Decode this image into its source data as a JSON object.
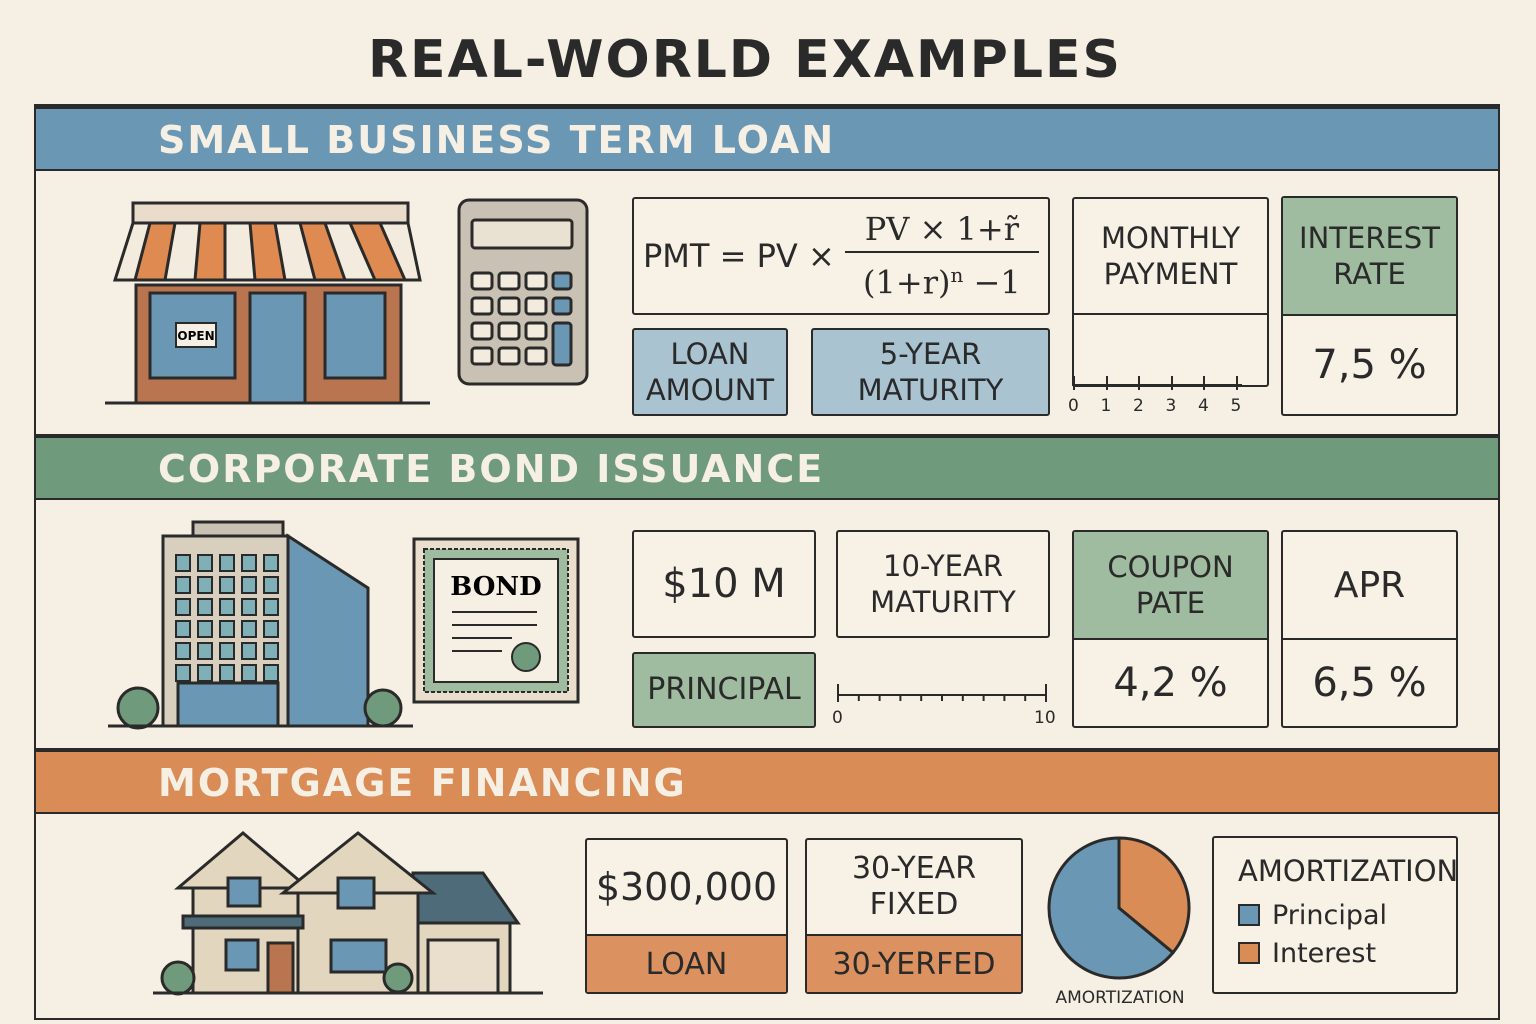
{
  "title": "REAL-WORLD EXAMPLES",
  "colors": {
    "blue": "#6a97b3",
    "green": "#6f9a7b",
    "orange": "#d98c56",
    "light_blue": "#a9c3d1",
    "light_green": "#9fbba0",
    "background": "#f5efe4"
  },
  "sections": {
    "loan": {
      "header": "SMALL BUSINESS TERM LOAN",
      "open_sign": "OPEN",
      "formula": {
        "lhs": "PMT = PV ×",
        "numerator": "PV × 1+r̃",
        "denominator_base": "(1+r)",
        "exponent": "n",
        "denominator_tail": "−1"
      },
      "loan_amount": [
        "LOAN",
        "AMOUNT"
      ],
      "maturity": [
        "5-YEAR",
        "MATURITY"
      ],
      "monthly_payment": [
        "MONTHLY",
        "PAYMENT"
      ],
      "axis_ticks": [
        "0",
        "1",
        "2",
        "3",
        "4",
        "5"
      ],
      "interest_rate": {
        "label": [
          "INTEREST",
          "RATE"
        ],
        "value": "7,5 %"
      }
    },
    "bond": {
      "header": "CORPORATE BOND ISSUANCE",
      "certificate": "BOND",
      "amount": "$10 M",
      "principal": "PRINCIPAL",
      "maturity": [
        "10-YEAR",
        "MATURITY"
      ],
      "axis_ticks": [
        "0",
        "10"
      ],
      "coupon": {
        "label": [
          "COUPON",
          "PATE"
        ],
        "value": "4,2 %"
      },
      "apr": {
        "label": "APR",
        "value": "6,5 %"
      }
    },
    "mortgage": {
      "header": "MORTGAGE FINANCING",
      "loan_value": "$300,000",
      "loan_label": "LOAN",
      "fixed": [
        "30-YEAR",
        "FIXED"
      ],
      "fixed_label": "30-YERFED",
      "pie_label": "AMORTIZATION",
      "legend": {
        "title": "AMORTIZATION",
        "items": [
          {
            "label": "Principal",
            "color": "#6a97b3"
          },
          {
            "label": "Interest",
            "color": "#d98c56"
          }
        ]
      }
    }
  },
  "chart_data": {
    "type": "pie",
    "title": "AMORTIZATION",
    "categories": [
      "Principal",
      "Interest"
    ],
    "values": [
      64,
      36
    ],
    "legend": "right"
  }
}
